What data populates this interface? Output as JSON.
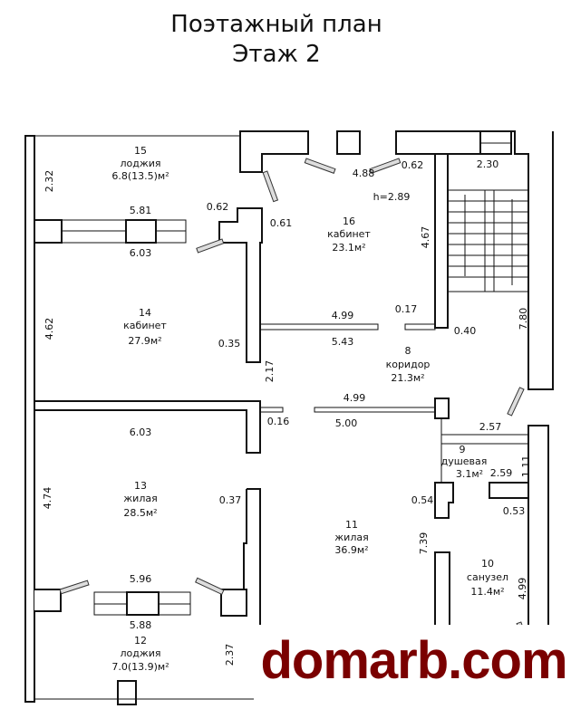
{
  "title": {
    "line1": "Поэтажный план",
    "line2": "Этаж 2"
  },
  "rooms": [
    {
      "num": "15",
      "name": "лоджия",
      "area": "6.8(13.5)м²"
    },
    {
      "num": "16",
      "name": "кабинет",
      "area": "23.1м²"
    },
    {
      "num": "14",
      "name": "кабинет",
      "area": "27.9м²"
    },
    {
      "num": "8",
      "name": "коридор",
      "area": "21.3м²"
    },
    {
      "num": "9",
      "name": "душевая",
      "area": "3.1м²"
    },
    {
      "num": "13",
      "name": "жилая",
      "area": "28.5м²"
    },
    {
      "num": "11",
      "name": "жилая",
      "area": "36.9м²"
    },
    {
      "num": "10",
      "name": "санузел",
      "area": "11.4м²"
    },
    {
      "num": "12",
      "name": "лоджия",
      "area": "7.0(13.9)м²"
    }
  ],
  "ceiling_height": "h=2.89",
  "dimensions": [
    "2.32",
    "5.81",
    "6.03",
    "0.62",
    "0.61",
    "4.88",
    "0.62",
    "4.67",
    "2.30",
    "7.80",
    "4.62",
    "0.35",
    "2.17",
    "4.99",
    "5.43",
    "0.17",
    "0.40",
    "4.99",
    "5.00",
    "0.16",
    "6.03",
    "2.57",
    "1.11",
    "2.59",
    "4.74",
    "0.37",
    "0.54",
    "0.53",
    "7.39",
    "4.99",
    "5.96",
    "5.88",
    "2.37"
  ],
  "watermark": "domarb.com",
  "colors": {
    "watermark": "#7a0000",
    "lines": "#111111"
  }
}
